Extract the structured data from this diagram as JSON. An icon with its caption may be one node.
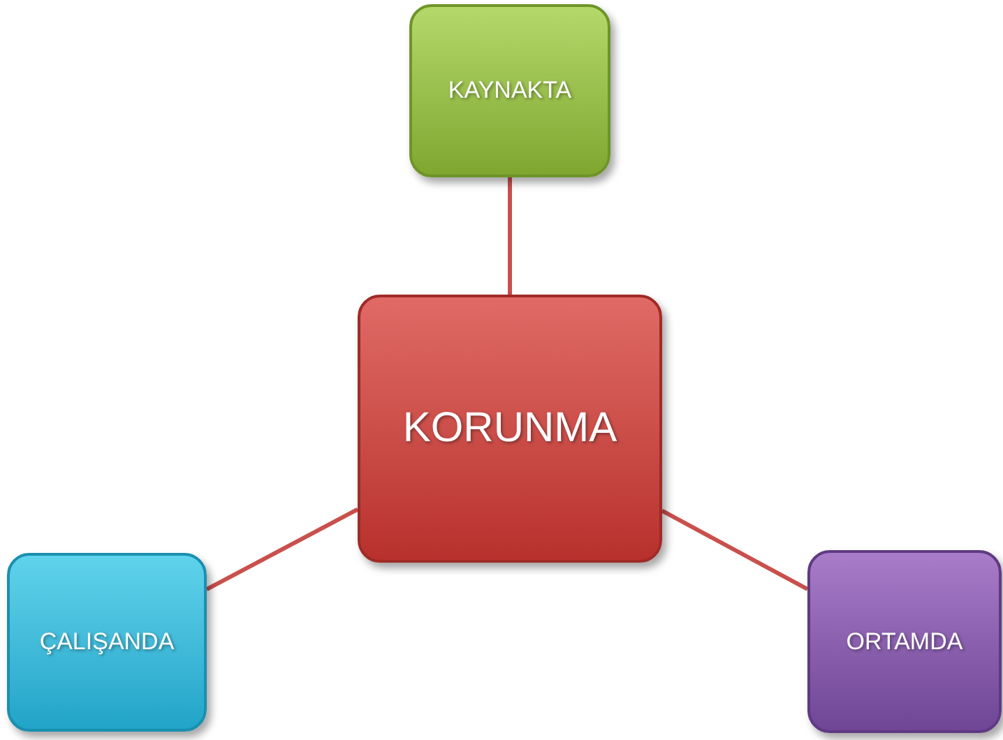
{
  "diagram": {
    "nodes": [
      {
        "text": [
          "KAYNAKTA"
        ]
      },
      {
        "text": [
          "KORUNMA"
        ]
      },
      {
        "text": [
          "ÇALIŞANDA"
        ]
      },
      {
        "text": [
          "ORTAMDA"
        ]
      }
    ],
    "edges": [
      {
        "from": 1,
        "to": 0,
        "arrow": "none"
      },
      {
        "from": 1,
        "to": 2,
        "arrow": "none"
      },
      {
        "from": 1,
        "to": 3,
        "arrow": "none"
      }
    ]
  }
}
